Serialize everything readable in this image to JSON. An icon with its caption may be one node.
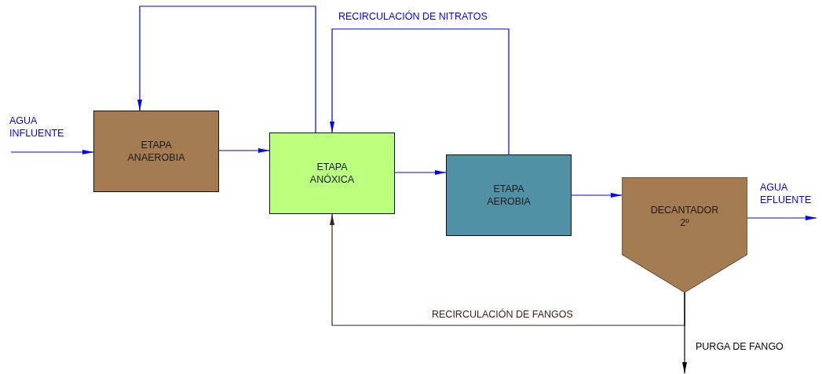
{
  "diagram": {
    "nodes": [
      {
        "text": [
          "ETAPA ANAEROBIA"
        ]
      },
      {
        "text": [
          "ETAPA ANÓXICA"
        ]
      },
      {
        "text": [
          "ETAPA AEROBIA"
        ]
      },
      {
        "text": [
          "DECANTADOR 2º"
        ]
      }
    ],
    "edges": [
      {
        "from": null,
        "to": 0,
        "arrow": "to",
        "label": "AGUA INFLUENTE"
      },
      {
        "from": 0,
        "to": 1,
        "arrow": "to"
      },
      {
        "from": 1,
        "to": 2,
        "arrow": "to"
      },
      {
        "from": 2,
        "to": 3,
        "arrow": "to"
      },
      {
        "from": 3,
        "to": null,
        "arrow": "to",
        "label": "AGUA EFLUENTE"
      },
      {
        "from": 1,
        "to": 0,
        "arrow": "to"
      },
      {
        "from": 2,
        "to": 1,
        "arrow": "to",
        "label": "RECIRCULACIÓN DE NITRATOS"
      },
      {
        "from": 3,
        "to": 1,
        "arrow": "to",
        "label": "RECIRCULACIÓN DE FANGOS",
        "color": "#3c2218"
      },
      {
        "from": 3,
        "to": null,
        "arrow": "to",
        "label": "PURGA DE FANGO",
        "color": "#000000"
      }
    ]
  }
}
